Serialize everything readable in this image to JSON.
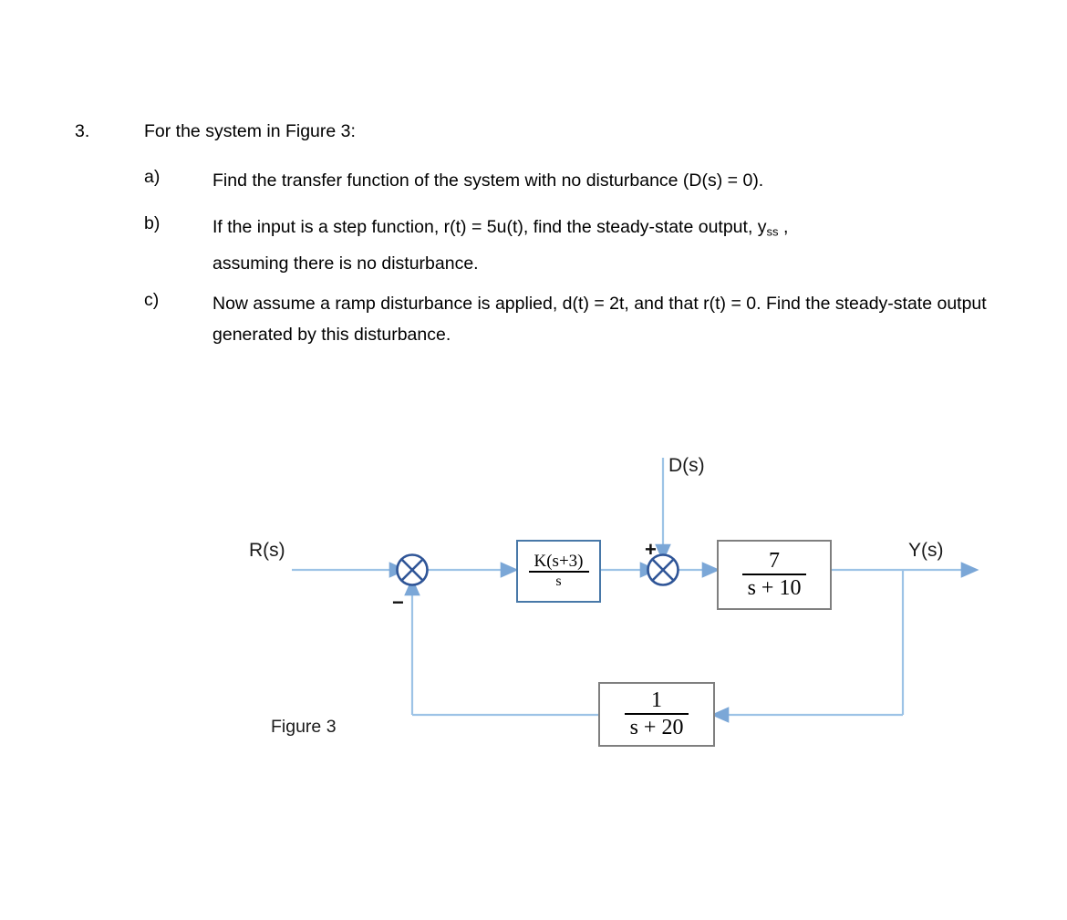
{
  "problem": {
    "number": "3.",
    "intro": "For the system in Figure 3:",
    "parts": [
      {
        "letter": "a)",
        "text": "Find the transfer function of the system with no disturbance (D(s) = 0)."
      },
      {
        "letter": "b)",
        "text_before_sub": "If the input is a step function, r(t) = 5u(t), find the steady-state output, y",
        "sub": "ss",
        "text_after_sub": " ,",
        "text_line2": "assuming there is no disturbance."
      },
      {
        "letter": "c)",
        "text": "Now assume a ramp disturbance is applied, d(t) = 2t, and that r(t) = 0. Find the steady-state output generated by this disturbance."
      }
    ]
  },
  "figure": {
    "caption": "Figure 3",
    "signals": {
      "input": "R(s)",
      "disturbance": "D(s)",
      "output": "Y(s)"
    },
    "signs": {
      "feedback_sign": "−",
      "disturbance_sign": "+"
    },
    "blocks": {
      "controller": {
        "numerator": "K(s+3)",
        "denominator": "s"
      },
      "plant": {
        "numerator": "7",
        "denominator": "s + 10"
      },
      "feedback": {
        "numerator": "1",
        "denominator": "s + 20"
      }
    },
    "colors": {
      "signal_line": "#9dc3e6",
      "junction_stroke": "#2f5597",
      "controller_border": "#4878a8",
      "block_border": "#7f7f7f",
      "text": "#1a1a1a"
    }
  }
}
